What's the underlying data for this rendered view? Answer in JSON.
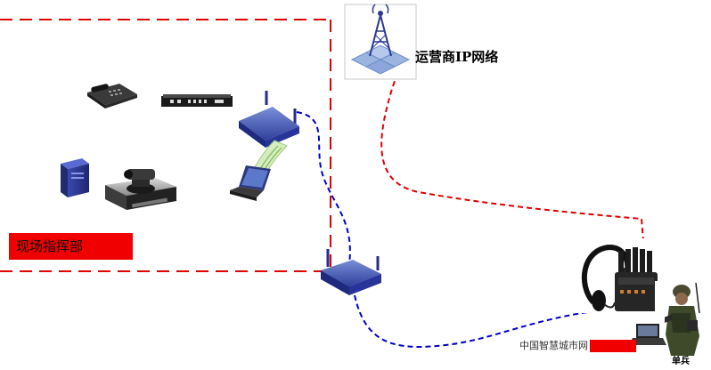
{
  "labels": {
    "command_post": "现场指挥部",
    "carrier_network": "运营商IP网络",
    "soldier": "单兵",
    "watermark": "中国智慧城市网"
  },
  "icons": [
    "telephone-icon",
    "network-switch-icon",
    "wireless-router-icon",
    "signal-waves-icon",
    "server-tower-icon",
    "ptz-camera-icon",
    "laptop-icon",
    "cell-tower-icon",
    "wireless-router-icon",
    "headset-icon",
    "multi-antenna-transmitter-icon",
    "soldier-icon",
    "laptop-icon"
  ],
  "colors": {
    "boundary_red": "#e00000",
    "link_blue": "#0000cc",
    "link_red": "#e00000",
    "label_red": "#f00000"
  }
}
